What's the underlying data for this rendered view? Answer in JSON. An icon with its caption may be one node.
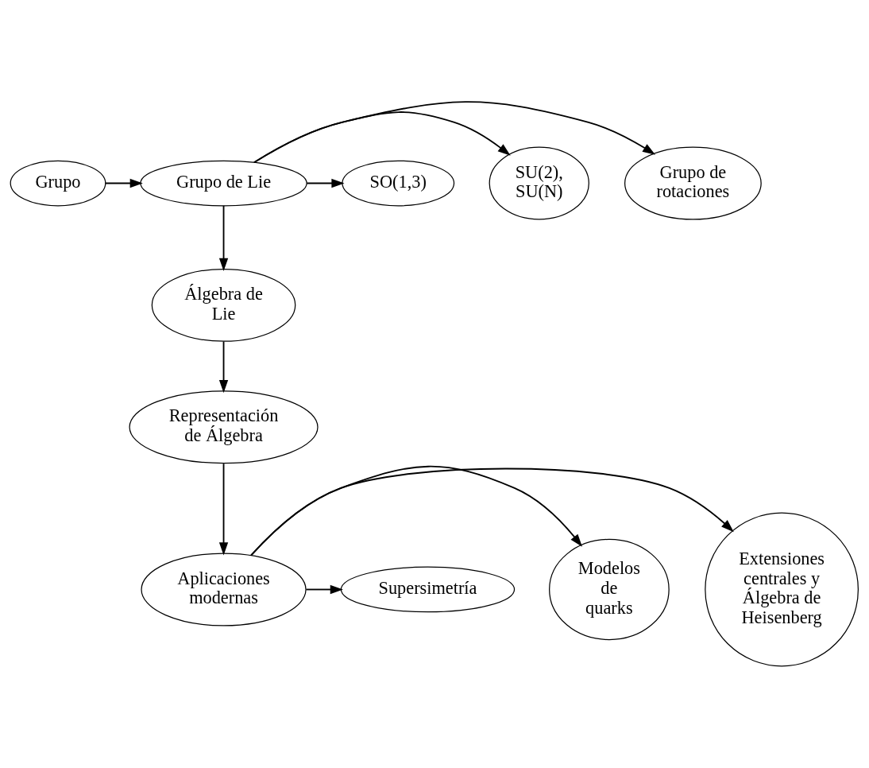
{
  "diagram": {
    "nodes": [
      {
        "text": [
          "Grupo"
        ]
      },
      {
        "text": [
          "Grupo de Lie"
        ]
      },
      {
        "text": [
          "Grupo de rotaciones"
        ]
      },
      {
        "text": [
          "SU(2), SU(N)"
        ]
      },
      {
        "text": [
          "SO(1,3)"
        ]
      },
      {
        "text": [
          "Álgebra de Lie"
        ]
      },
      {
        "text": [
          "Representación de Álgebra"
        ]
      },
      {
        "text": [
          "Extensiones centrales y Álgebra de Heisenberg"
        ]
      },
      {
        "text": [
          "Aplicaciones modernas"
        ]
      },
      {
        "text": [
          "Modelos de quarks"
        ]
      },
      {
        "text": [
          "Supersimetría"
        ]
      }
    ],
    "edges": [
      {
        "from": 0,
        "to": 1,
        "arrow": "to"
      },
      {
        "from": 1,
        "to": 2,
        "arrow": "to"
      },
      {
        "from": 1,
        "to": 3,
        "arrow": "to"
      },
      {
        "from": 1,
        "to": 4,
        "arrow": "to"
      },
      {
        "from": 1,
        "to": 5,
        "arrow": "to"
      },
      {
        "from": 5,
        "to": 6,
        "arrow": "to"
      },
      {
        "from": 6,
        "to": 8,
        "arrow": "to"
      },
      {
        "from": 8,
        "to": 7,
        "arrow": "to"
      },
      {
        "from": 8,
        "to": 9,
        "arrow": "to"
      },
      {
        "from": 8,
        "to": 10,
        "arrow": "to"
      }
    ]
  }
}
